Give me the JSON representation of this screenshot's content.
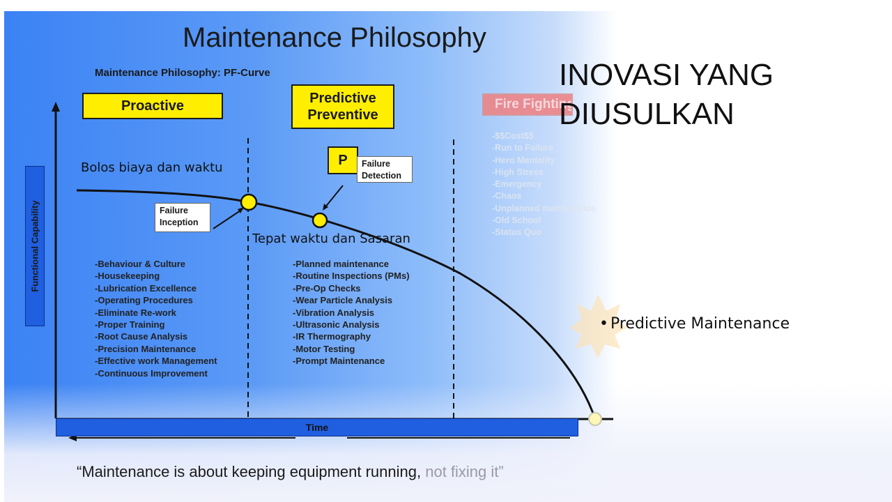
{
  "slide": {
    "heading": "INOVASI YANG DIUSULKAN",
    "bullets": [
      "Predictive Maintenance"
    ]
  },
  "diagram": {
    "title": "Maintenance Philosophy",
    "subtitle": "Maintenance Philosophy: PF-Curve",
    "y_axis_label": "Functional Capability",
    "x_axis_label": "Time",
    "zones": {
      "proactive": "Proactive",
      "predictive": "Predictive Preventive",
      "firefighting": "Fire Fighting"
    },
    "p_marker": "P",
    "failure_inception": "Failure Inception",
    "failure_detection": "Failure Detection",
    "note_left": "Bolos biaya dan waktu",
    "note_middle": "Tepat waktu dan Sasaran",
    "proactive_items": [
      "-Behaviour & Culture",
      "-Housekeeping",
      "-Lubrication Excellence",
      "-Operating Procedures",
      "-Eliminate Re-work",
      "-Proper Training",
      "-Root Cause Analysis",
      "-Precision Maintenance",
      "-Effective work Management",
      "-Continuous Improvement"
    ],
    "predictive_items": [
      "-Planned maintenance",
      "-Routine Inspections (PMs)",
      "-Pre-Op Checks",
      "-Wear Particle Analysis",
      "-Vibration Analysis",
      "-Ultrasonic Analysis",
      "-IR Thermography",
      "-Motor Testing",
      "-Prompt Maintenance"
    ],
    "firefighting_items": [
      "-$$Cost$$",
      "-Run to Failure",
      "-Hero Mentality",
      "-High Stress",
      "-Emergency",
      "-Chaos",
      "-Unplanned maintenance",
      "-Old School",
      "-Status Quo"
    ],
    "quote_main": "“Maintenance is about keeping equipment running,",
    "quote_tail": " not fixing it”",
    "colors": {
      "accent_yellow": "#ffee00",
      "axis_blue": "#1f5fe0",
      "firefight_red": "#f08080"
    }
  }
}
